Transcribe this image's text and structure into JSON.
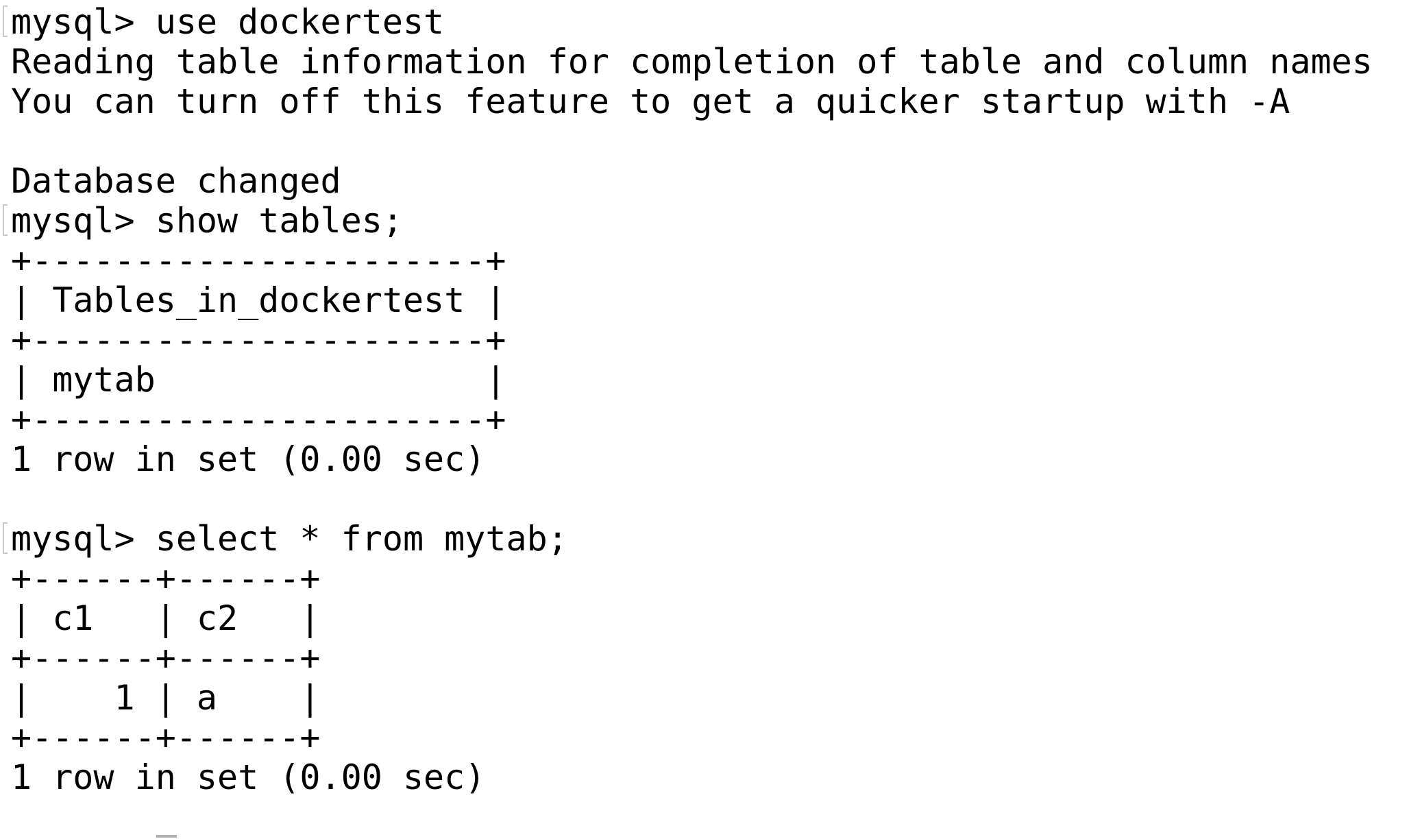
{
  "terminal": {
    "lines": [
      "mysql> use dockertest",
      "Reading table information for completion of table and column names",
      "You can turn off this feature to get a quicker startup with -A",
      "",
      "Database changed",
      "mysql> show tables;",
      "+----------------------+",
      "| Tables_in_dockertest |",
      "+----------------------+",
      "| mytab                |",
      "+----------------------+",
      "1 row in set (0.00 sec)",
      "",
      "mysql> select * from mytab;",
      "+------+------+",
      "| c1   | c2   |",
      "+------+------+",
      "|    1 | a    |",
      "+------+------+",
      "1 row in set (0.00 sec)"
    ]
  }
}
